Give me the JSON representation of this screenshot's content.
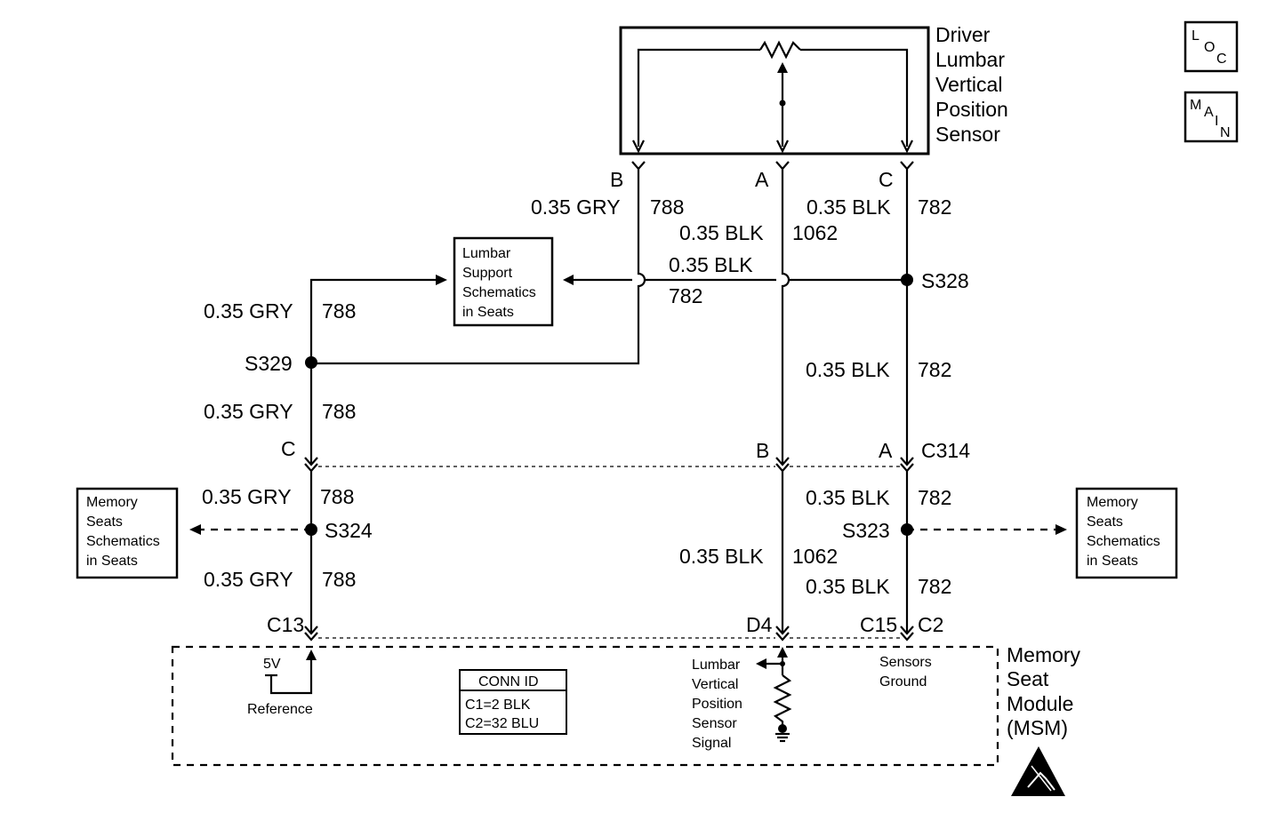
{
  "sensor": {
    "title_lines": [
      "Driver",
      "Lumbar",
      "Vertical",
      "Position",
      "Sensor"
    ]
  },
  "nav": {
    "loc": [
      "L",
      "O",
      "C"
    ],
    "main": [
      "M",
      "A",
      "I",
      "N"
    ]
  },
  "pins_top": {
    "b": "B",
    "a": "A",
    "c": "C"
  },
  "wires": {
    "gry_b": "0.35 GRY",
    "num_788_b": "788",
    "blk_1062_top": "0.35 BLK",
    "num_1062_top": "1062",
    "blk_c": "0.35 BLK",
    "num_782_c": "782",
    "splice_blk": "0.35 BLK",
    "splice_782": "782",
    "gry_left_top": "0.35 GRY",
    "num_788_left_top": "788",
    "blk_right_mid": "0.35 BLK",
    "num_782_right_mid": "782",
    "gry_left_mid": "0.35 GRY",
    "num_788_left_mid": "788",
    "gry_left_low1": "0.35 GRY",
    "num_788_left_low1": "788",
    "blk_right_low1": "0.35 BLK",
    "num_782_right_low1": "782",
    "blk_center_low": "0.35 BLK",
    "num_1062_low": "1062",
    "gry_left_low2": "0.35 GRY",
    "num_788_left_low2": "788",
    "blk_right_low2": "0.35 BLK",
    "num_782_right_low2": "782"
  },
  "splices": {
    "s328": "S328",
    "s329": "S329",
    "s324": "S324",
    "s323": "S323"
  },
  "connector_c314": {
    "c": "C",
    "b": "B",
    "a": "A",
    "id": "C314"
  },
  "msm_pins": {
    "c13": "C13",
    "d4": "D4",
    "c15": "C15",
    "c2": "C2"
  },
  "refs": {
    "lumbar_support": [
      "Lumbar",
      "Support",
      "Schematics",
      "in Seats"
    ],
    "memory_left": [
      "Memory",
      "Seats",
      "Schematics",
      "in Seats"
    ],
    "memory_right": [
      "Memory",
      "Seats",
      "Schematics",
      "in Seats"
    ]
  },
  "module": {
    "title_lines": [
      "Memory",
      "Seat",
      "Module",
      "(MSM)"
    ],
    "v5": "5V",
    "reference": "Reference",
    "conn_id_title": "CONN ID",
    "conn_id_lines": [
      "C1=2 BLK",
      "C2=32 BLU"
    ],
    "signal_lines": [
      "Lumbar",
      "Vertical",
      "Position",
      "Sensor",
      "Signal"
    ],
    "ground_lines": [
      "Sensors",
      "Ground"
    ]
  }
}
